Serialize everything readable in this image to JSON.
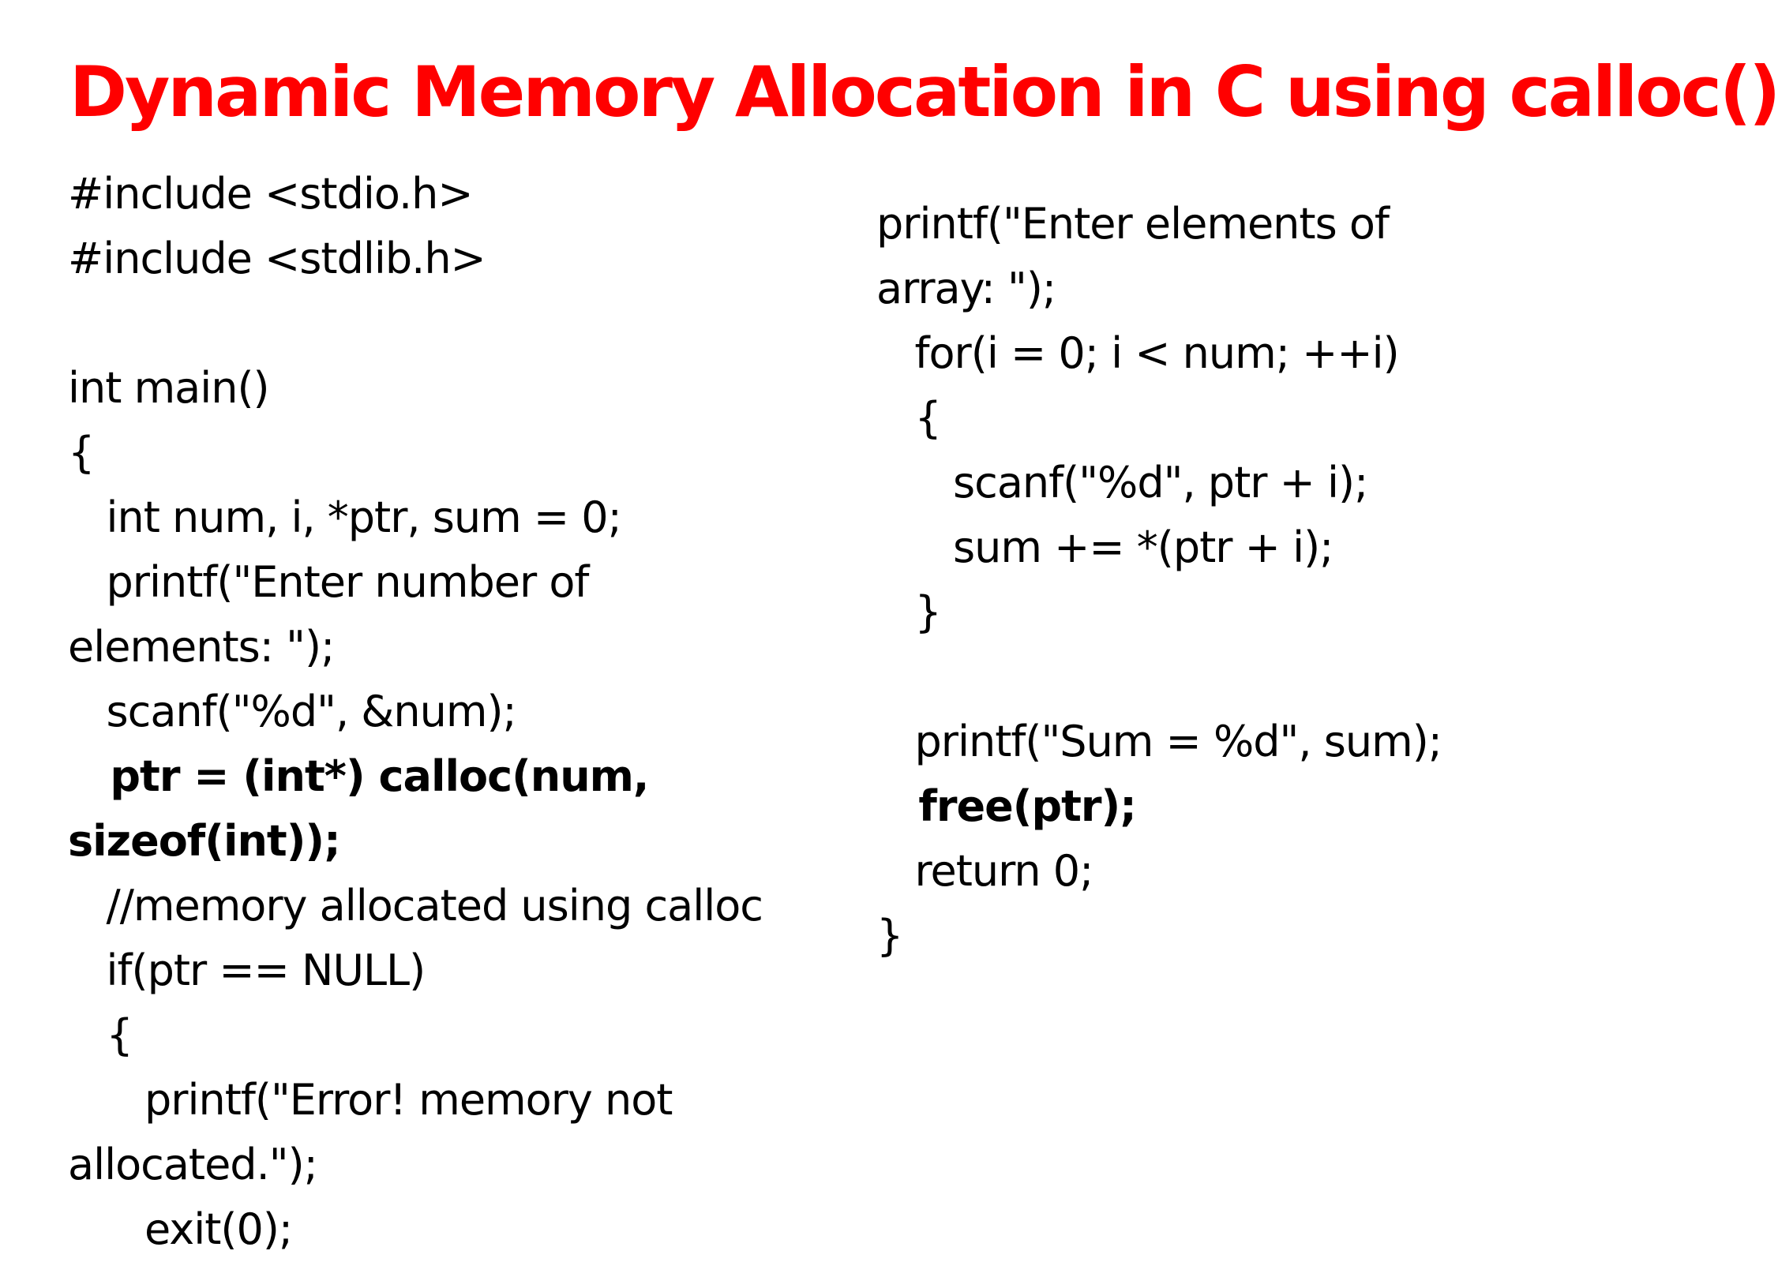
{
  "title": "Dynamic Memory Allocation in C using calloc()",
  "code_left": [
    {
      "text": "#include <stdio.h>",
      "bold": false
    },
    {
      "text": "#include <stdlib.h>",
      "bold": false
    },
    {
      "text": "",
      "bold": false
    },
    {
      "text": "int main()",
      "bold": false
    },
    {
      "text": "{",
      "bold": false
    },
    {
      "text": "   int num, i, *ptr, sum = 0;",
      "bold": false
    },
    {
      "text": "   printf(\"Enter number of",
      "bold": false
    },
    {
      "text": "elements: \");",
      "bold": false
    },
    {
      "text": "   scanf(\"%d\", &num);",
      "bold": false
    },
    {
      "text": "   ptr = (int*) calloc(num,",
      "bold": true
    },
    {
      "text": "sizeof(int));",
      "bold": true
    },
    {
      "text": "   //memory allocated using calloc",
      "bold": false
    },
    {
      "text": "   if(ptr == NULL)",
      "bold": false
    },
    {
      "text": "   {",
      "bold": false
    },
    {
      "text": "      printf(\"Error! memory not",
      "bold": false
    },
    {
      "text": "allocated.\");",
      "bold": false
    },
    {
      "text": "      exit(0);",
      "bold": false
    }
  ],
  "code_right": [
    {
      "text": "printf(\"Enter elements of",
      "bold": false
    },
    {
      "text": "array: \");",
      "bold": false
    },
    {
      "text": "   for(i = 0; i < num; ++i)",
      "bold": false
    },
    {
      "text": "   {",
      "bold": false
    },
    {
      "text": "      scanf(\"%d\", ptr + i);",
      "bold": false
    },
    {
      "text": "      sum += *(ptr + i);",
      "bold": false
    },
    {
      "text": "   }",
      "bold": false
    },
    {
      "text": "",
      "bold": false
    },
    {
      "text": "   printf(\"Sum = %d\", sum);",
      "bold": false
    },
    {
      "text": "   free(ptr);",
      "bold": true
    },
    {
      "text": "   return 0;",
      "bold": false
    },
    {
      "text": "}",
      "bold": false
    }
  ],
  "colors": {
    "title": "#ff0000",
    "text": "#000000",
    "background": "#ffffff"
  }
}
